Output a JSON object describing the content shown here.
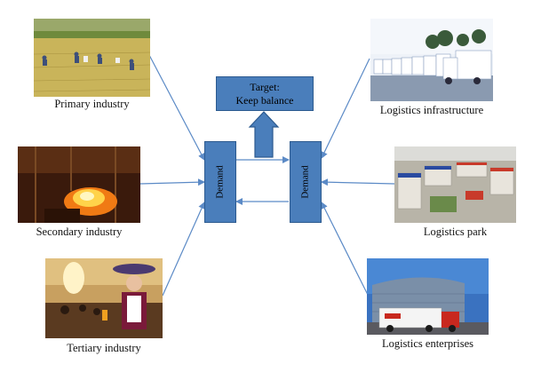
{
  "captions": {
    "primary": "Primary industry",
    "secondary": "Secondary industry",
    "tertiary": "Tertiary industry",
    "infrastructure": "Logistics infrastructure",
    "park": "Logistics park",
    "enterprises": "Logistics enterprises"
  },
  "target": {
    "line1": "Target:",
    "line2": "Keep balance"
  },
  "demand_left": "Demand",
  "demand_right": "Demand",
  "colors": {
    "box_fill": "#4a7ebb",
    "box_border": "#2c5a8f",
    "arrow": "#5b8ac6"
  }
}
